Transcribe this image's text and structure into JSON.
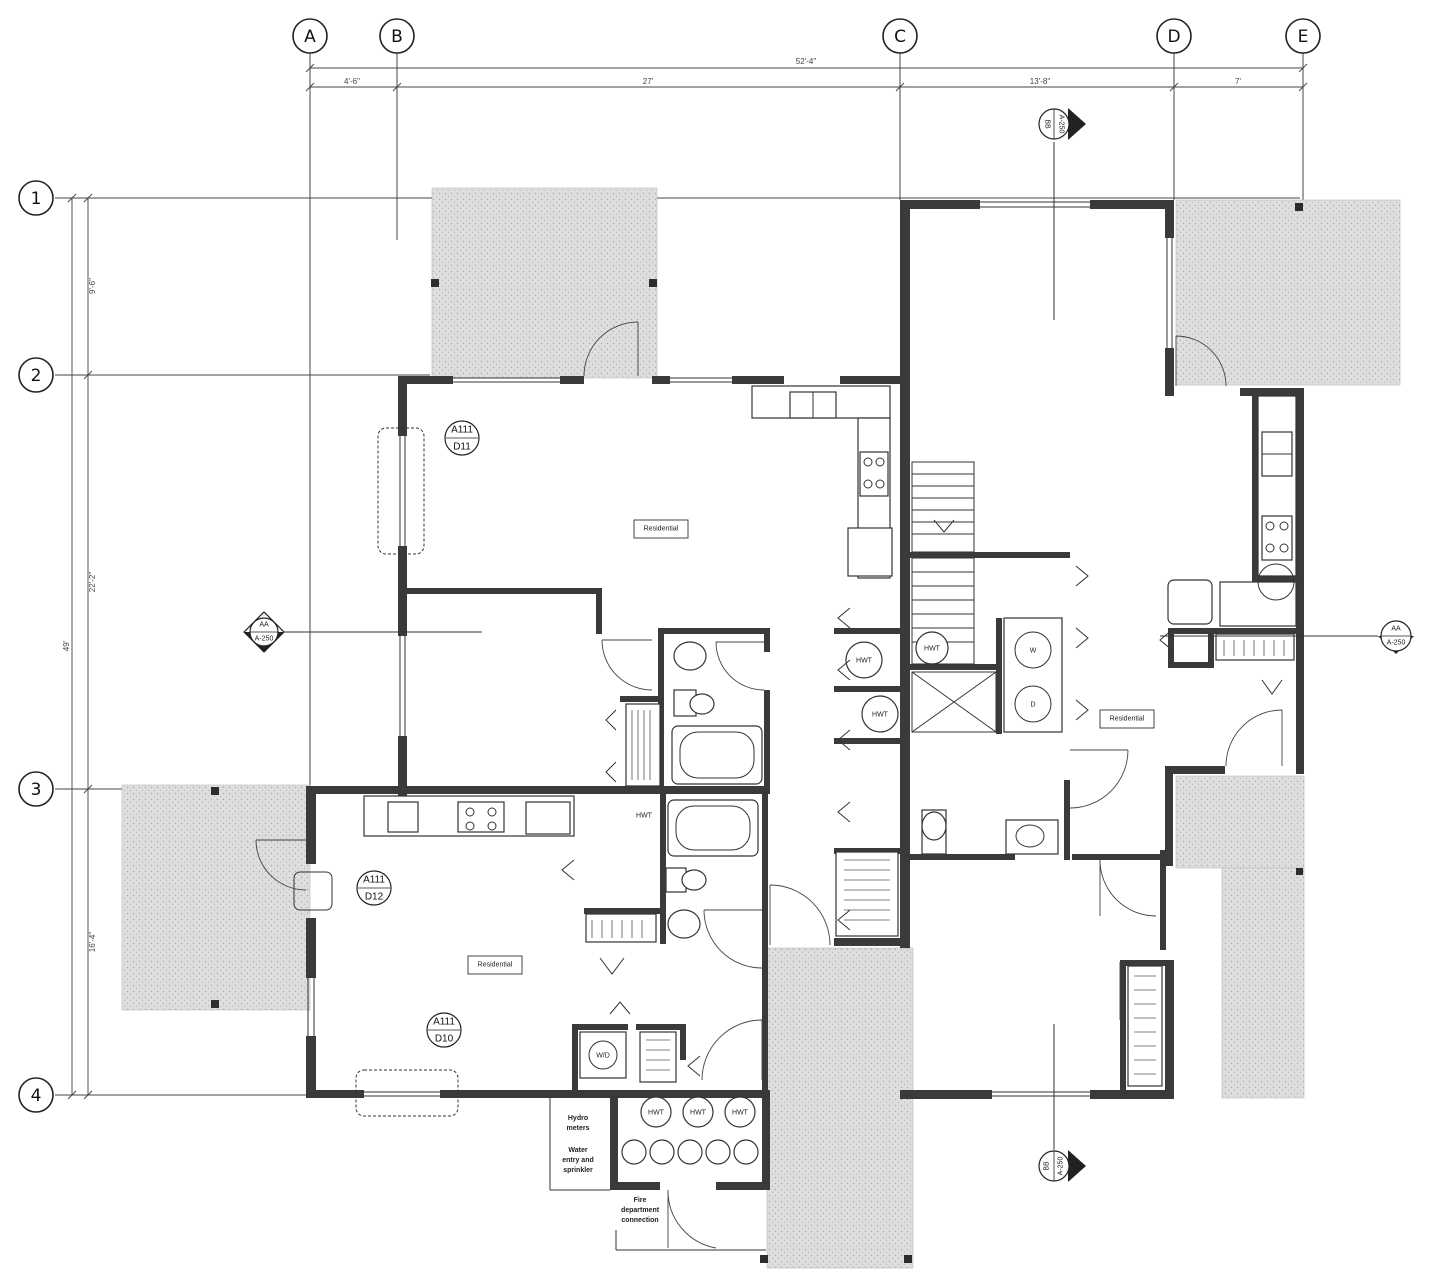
{
  "grid": {
    "columns": [
      "A",
      "B",
      "C",
      "D",
      "E"
    ],
    "rows": [
      "1",
      "2",
      "3",
      "4"
    ]
  },
  "dimensions": {
    "overall_width": "52'-4\"",
    "seg_ab": "4'-6\"",
    "seg_bc": "27'",
    "seg_cd": "13'-8\"",
    "seg_de": "7'",
    "overall_depth": "49'",
    "seg_12": "9'-6\"",
    "seg_23": "22'-2\"",
    "seg_34": "16'-4\""
  },
  "rooms": {
    "residential_1": "Residential",
    "residential_2": "Residential",
    "residential_3": "Residential"
  },
  "section_markers": {
    "aa_left_top": "AA",
    "aa_left_bottom": "A-250",
    "aa_right_top": "AA",
    "aa_right_bottom": "A-250",
    "bb_top_top": "BB",
    "bb_top_bottom": "A-250",
    "bb_bottom_top": "BB",
    "bb_bottom_bottom": "A-250"
  },
  "detail_tags": {
    "d11_top": "A111",
    "d11_bottom": "D11",
    "d12_top": "A111",
    "d12_bottom": "D12",
    "d10_top": "A111",
    "d10_bottom": "D10"
  },
  "fixtures": {
    "hwt": "HWT",
    "washer": "W",
    "dryer": "D",
    "washer_dryer": "W/D"
  },
  "notes": {
    "meters_1": "Hydro",
    "meters_2": "meters",
    "water_1": "Water",
    "water_2": "entry and",
    "water_3": "sprinkler",
    "fire_1": "Fire",
    "fire_2": "department",
    "fire_3": "connection"
  }
}
